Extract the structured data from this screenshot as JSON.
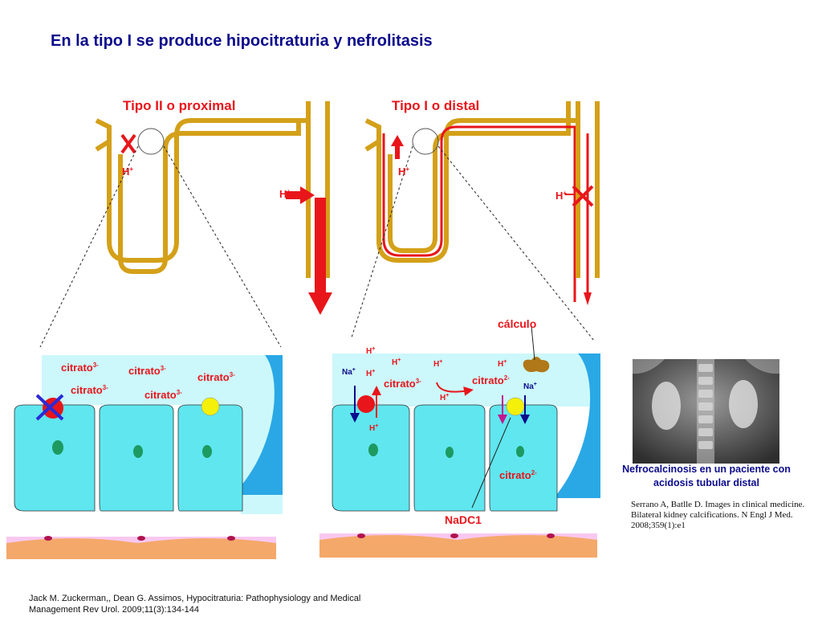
{
  "title": "En la tipo I se produce hipocitraturia y nefrolitasis",
  "panels": {
    "left": {
      "title": "Tipo II o proximal"
    },
    "right": {
      "title": "Tipo I o distal"
    }
  },
  "labels": {
    "h": "H",
    "plus": "+",
    "na": "Na",
    "citrato": "citrato",
    "charge3": "3-",
    "charge2": "2-",
    "calculo": "cálculo",
    "nadc1": "NaDC1"
  },
  "caption": {
    "line1": "Nefrocalcinosis en un paciente con",
    "line2": "acidosis tubular distal"
  },
  "reference": {
    "line1": "Serrano A, Batlle D. Images in clinical medicine.",
    "line2": "Bilateral kidney calcifications. N Engl J Med.",
    "line3": "2008;359(1):e1"
  },
  "footer": {
    "line1": "Jack M. Zuckerman,, Dean G. Assimos, Hypocitraturia: Pathophysiology and Medical",
    "line2": "Management Rev Urol. 2009;11(3):134-144"
  },
  "colors": {
    "title": "#0b0b8c",
    "panel_title": "#e8151b",
    "tubule": "#d4a019",
    "red": "#e8151b",
    "cell": "#5fe6ef",
    "lumen": "#ccf8fb",
    "interstitium": "#2aa8e6",
    "nucleus": "#1d9a60",
    "blood": "#f4a86a",
    "rbc": "#e8a6e8",
    "label_red": "#e8151b",
    "label_blue": "#0b0b8c",
    "label_magenta": "#c2188f",
    "stone": "#b07818"
  }
}
